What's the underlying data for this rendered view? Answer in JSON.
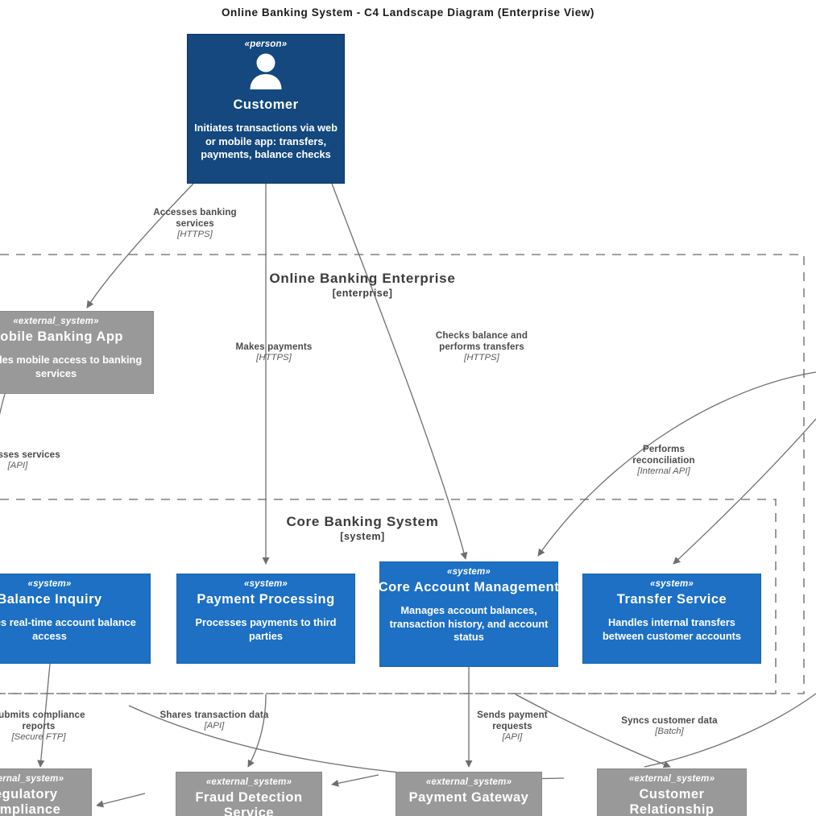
{
  "title": "Online Banking System - C4 Landscape Diagram (Enterprise View)",
  "colors": {
    "person": "#14487e",
    "system": "#1d70c4",
    "external_system": "#999999",
    "edge": "#6e6e6e",
    "boundary": "#808080",
    "text_dark": "#3c3c3c",
    "background": "#ffffff"
  },
  "boundaries": [
    {
      "id": "enterprise",
      "title": "Online Banking Enterprise",
      "type": "[enterprise]"
    },
    {
      "id": "core_banking",
      "title": "Core Banking System",
      "type": "[system]"
    }
  ],
  "nodes": [
    {
      "id": "customer",
      "kind": "person",
      "stereotype": "«person»",
      "name": "Customer",
      "description": "Initiates transactions via web or mobile app: transfers, payments, balance checks",
      "icon": "person-icon"
    },
    {
      "id": "mobile_banking_app",
      "kind": "external",
      "stereotype": "«external_system»",
      "name": "Mobile Banking App",
      "description": "Provides mobile access to banking services"
    },
    {
      "id": "balance_inquiry",
      "kind": "system",
      "stereotype": "«system»",
      "name": "Balance Inquiry",
      "description": "Provides real-time account balance access"
    },
    {
      "id": "payment_processing",
      "kind": "system",
      "stereotype": "«system»",
      "name": "Payment Processing",
      "description": "Processes payments to third parties"
    },
    {
      "id": "core_account_management",
      "kind": "system",
      "stereotype": "«system»",
      "name": "Core Account Management",
      "description": "Manages account balances, transaction history, and account status"
    },
    {
      "id": "transfer_service",
      "kind": "system",
      "stereotype": "«system»",
      "name": "Transfer Service",
      "description": "Handles internal transfers between customer accounts"
    },
    {
      "id": "regulatory_compliance_engine",
      "kind": "external",
      "stereotype": "«external_system»",
      "name": "Regulatory Compliance Engine",
      "description": ""
    },
    {
      "id": "fraud_detection_service",
      "kind": "external",
      "stereotype": "«external_system»",
      "name": "Fraud Detection Service",
      "description": ""
    },
    {
      "id": "payment_gateway",
      "kind": "external",
      "stereotype": "«external_system»",
      "name": "Payment Gateway",
      "description": ""
    },
    {
      "id": "customer_relationship",
      "kind": "external",
      "stereotype": "«external_system»",
      "name": "Customer Relationship",
      "description": ""
    }
  ],
  "edges": [
    {
      "id": "e1",
      "from": "customer",
      "to": "mobile_banking_app",
      "label": "Accesses banking services",
      "tech": "[HTTPS]"
    },
    {
      "id": "e2",
      "from": "customer",
      "to": "payment_processing",
      "label": "Makes payments",
      "tech": "[HTTPS]"
    },
    {
      "id": "e3",
      "from": "customer",
      "to": "core_account_management",
      "label": "Checks balance and performs transfers",
      "tech": "[HTTPS]"
    },
    {
      "id": "e4",
      "from": "mobile_banking_app",
      "to": "balance_inquiry",
      "label": "Accesses services",
      "tech": "[API]"
    },
    {
      "id": "e5",
      "from": "transfer_service",
      "to": "core_account_management",
      "label": "Performs reconciliation",
      "tech": "[Internal API]"
    },
    {
      "id": "e6",
      "from": "balance_inquiry",
      "to": "regulatory_compliance_engine",
      "label": "Submits compliance reports",
      "tech": "[Secure FTP]"
    },
    {
      "id": "e7",
      "from": "core_account_management",
      "to": "fraud_detection_service",
      "label": "Shares transaction data",
      "tech": "[API]"
    },
    {
      "id": "e8",
      "from": "payment_processing",
      "to": "payment_gateway",
      "label": "Sends payment requests",
      "tech": "[API]"
    },
    {
      "id": "e9",
      "from": "core_account_management",
      "to": "customer_relationship",
      "label": "Syncs customer data",
      "tech": "[Batch]"
    }
  ]
}
